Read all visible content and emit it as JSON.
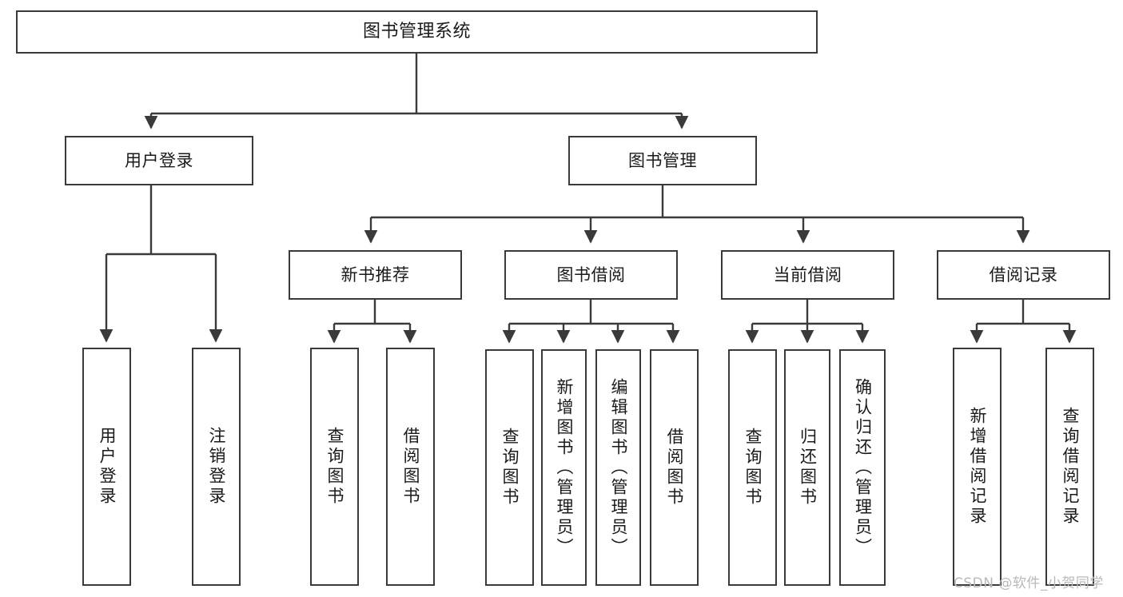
{
  "diagram": {
    "type": "tree",
    "title": "图书管理系统",
    "orientation": "top-down",
    "levels": 3,
    "root": {
      "id": "root",
      "label": "图书管理系统",
      "text_direction": "horizontal"
    },
    "level1": [
      {
        "id": "user-login",
        "label": "用户登录",
        "text_direction": "horizontal"
      },
      {
        "id": "book-management",
        "label": "图书管理",
        "text_direction": "horizontal"
      }
    ],
    "level2": [
      {
        "id": "new-book-recommend",
        "label": "新书推荐",
        "text_direction": "horizontal",
        "parent": "book-management"
      },
      {
        "id": "book-borrow",
        "label": "图书借阅",
        "text_direction": "horizontal",
        "parent": "book-management"
      },
      {
        "id": "current-borrow",
        "label": "当前借阅",
        "text_direction": "horizontal",
        "parent": "book-management"
      },
      {
        "id": "borrow-record",
        "label": "借阅记录",
        "text_direction": "horizontal",
        "parent": "book-management"
      }
    ],
    "leaves": [
      {
        "id": "leaf-user-login",
        "label": "用户登录",
        "parent": "user-login",
        "text_direction": "vertical"
      },
      {
        "id": "leaf-logout-login",
        "label": "注销登录",
        "parent": "user-login",
        "text_direction": "vertical"
      },
      {
        "id": "leaf-query-book-1",
        "label": "查询图书",
        "parent": "new-book-recommend",
        "text_direction": "vertical"
      },
      {
        "id": "leaf-borrow-book-1",
        "label": "借阅图书",
        "parent": "new-book-recommend",
        "text_direction": "vertical"
      },
      {
        "id": "leaf-query-book-2",
        "label": "查询图书",
        "parent": "book-borrow",
        "text_direction": "vertical"
      },
      {
        "id": "leaf-add-book",
        "label": "新增图书（管理员）",
        "parent": "book-borrow",
        "text_direction": "vertical"
      },
      {
        "id": "leaf-edit-book",
        "label": "编辑图书（管理员）",
        "parent": "book-borrow",
        "text_direction": "vertical"
      },
      {
        "id": "leaf-borrow-book-2",
        "label": "借阅图书",
        "parent": "book-borrow",
        "text_direction": "vertical"
      },
      {
        "id": "leaf-query-book-3",
        "label": "查询图书",
        "parent": "current-borrow",
        "text_direction": "vertical"
      },
      {
        "id": "leaf-return-book",
        "label": "归还图书",
        "parent": "current-borrow",
        "text_direction": "vertical"
      },
      {
        "id": "leaf-confirm-return",
        "label": "确认归还（管理员）",
        "parent": "current-borrow",
        "text_direction": "vertical"
      },
      {
        "id": "leaf-add-record",
        "label": "新增借阅记录",
        "parent": "borrow-record",
        "text_direction": "vertical"
      },
      {
        "id": "leaf-query-record",
        "label": "查询借阅记录",
        "parent": "borrow-record",
        "text_direction": "vertical"
      }
    ],
    "colors": {
      "background": "#ffffff",
      "box_fill": "#ffffff",
      "box_stroke": "#3a3a3a",
      "edge_stroke": "#3a3a3a",
      "text": "#1a1a1a",
      "watermark": "#b9b9b9"
    }
  },
  "watermark": {
    "text": "CSDN @软件_小贺同学"
  }
}
